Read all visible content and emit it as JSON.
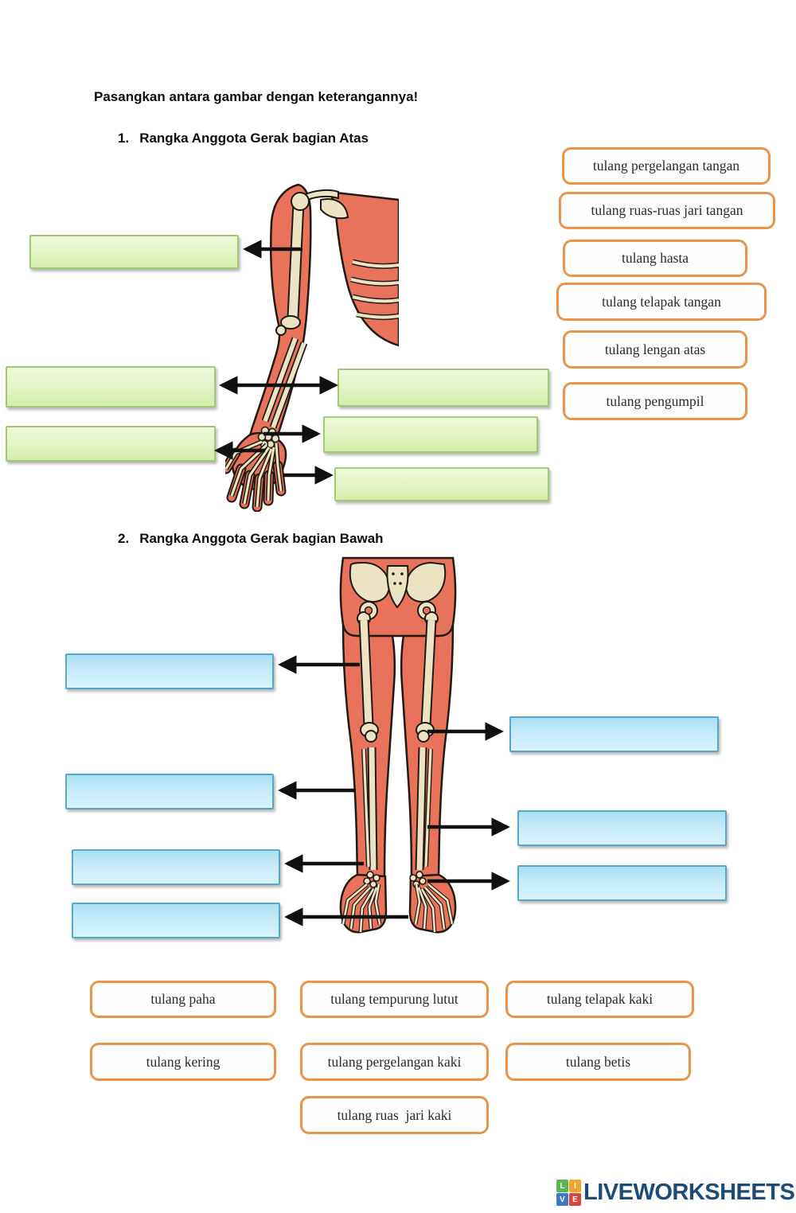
{
  "page_title": "Pasangkan antara gambar dengan keterangannya!",
  "section1": {
    "number": "1.",
    "heading": "Rangka Anggota Gerak bagian Atas",
    "options": [
      {
        "label": "tulang pergelangan tangan"
      },
      {
        "label": "tulang ruas-ruas jari tangan"
      },
      {
        "label": "tulang hasta"
      },
      {
        "label": "tulang telapak tangan"
      },
      {
        "label": "tulang lengan atas"
      },
      {
        "label": "tulang pengumpil"
      }
    ]
  },
  "section2": {
    "number": "2.",
    "heading": "Rangka Anggota Gerak bagian Bawah",
    "options": [
      {
        "label": "tulang paha"
      },
      {
        "label": "tulang tempurung lutut"
      },
      {
        "label": "tulang telapak kaki"
      },
      {
        "label": "tulang kering"
      },
      {
        "label": "tulang pergelangan kaki"
      },
      {
        "label": "tulang betis"
      },
      {
        "label": "tulang ruas  jari kaki"
      }
    ]
  },
  "footer": {
    "brand": "LIVEWORKSHEETS",
    "logo_letters": [
      "L",
      "I",
      "V",
      "E"
    ]
  },
  "colors": {
    "answer_green_fill": "#e2f3c4",
    "answer_green_border": "#a2c878",
    "answer_blue_fill": "#c5ebfa",
    "answer_blue_border": "#58a7cb",
    "option_border_orange": "#e8954a",
    "muscle_salmon": "#e8735a",
    "bone_beige": "#ece3c2",
    "brand_navy": "#1c4b77"
  }
}
